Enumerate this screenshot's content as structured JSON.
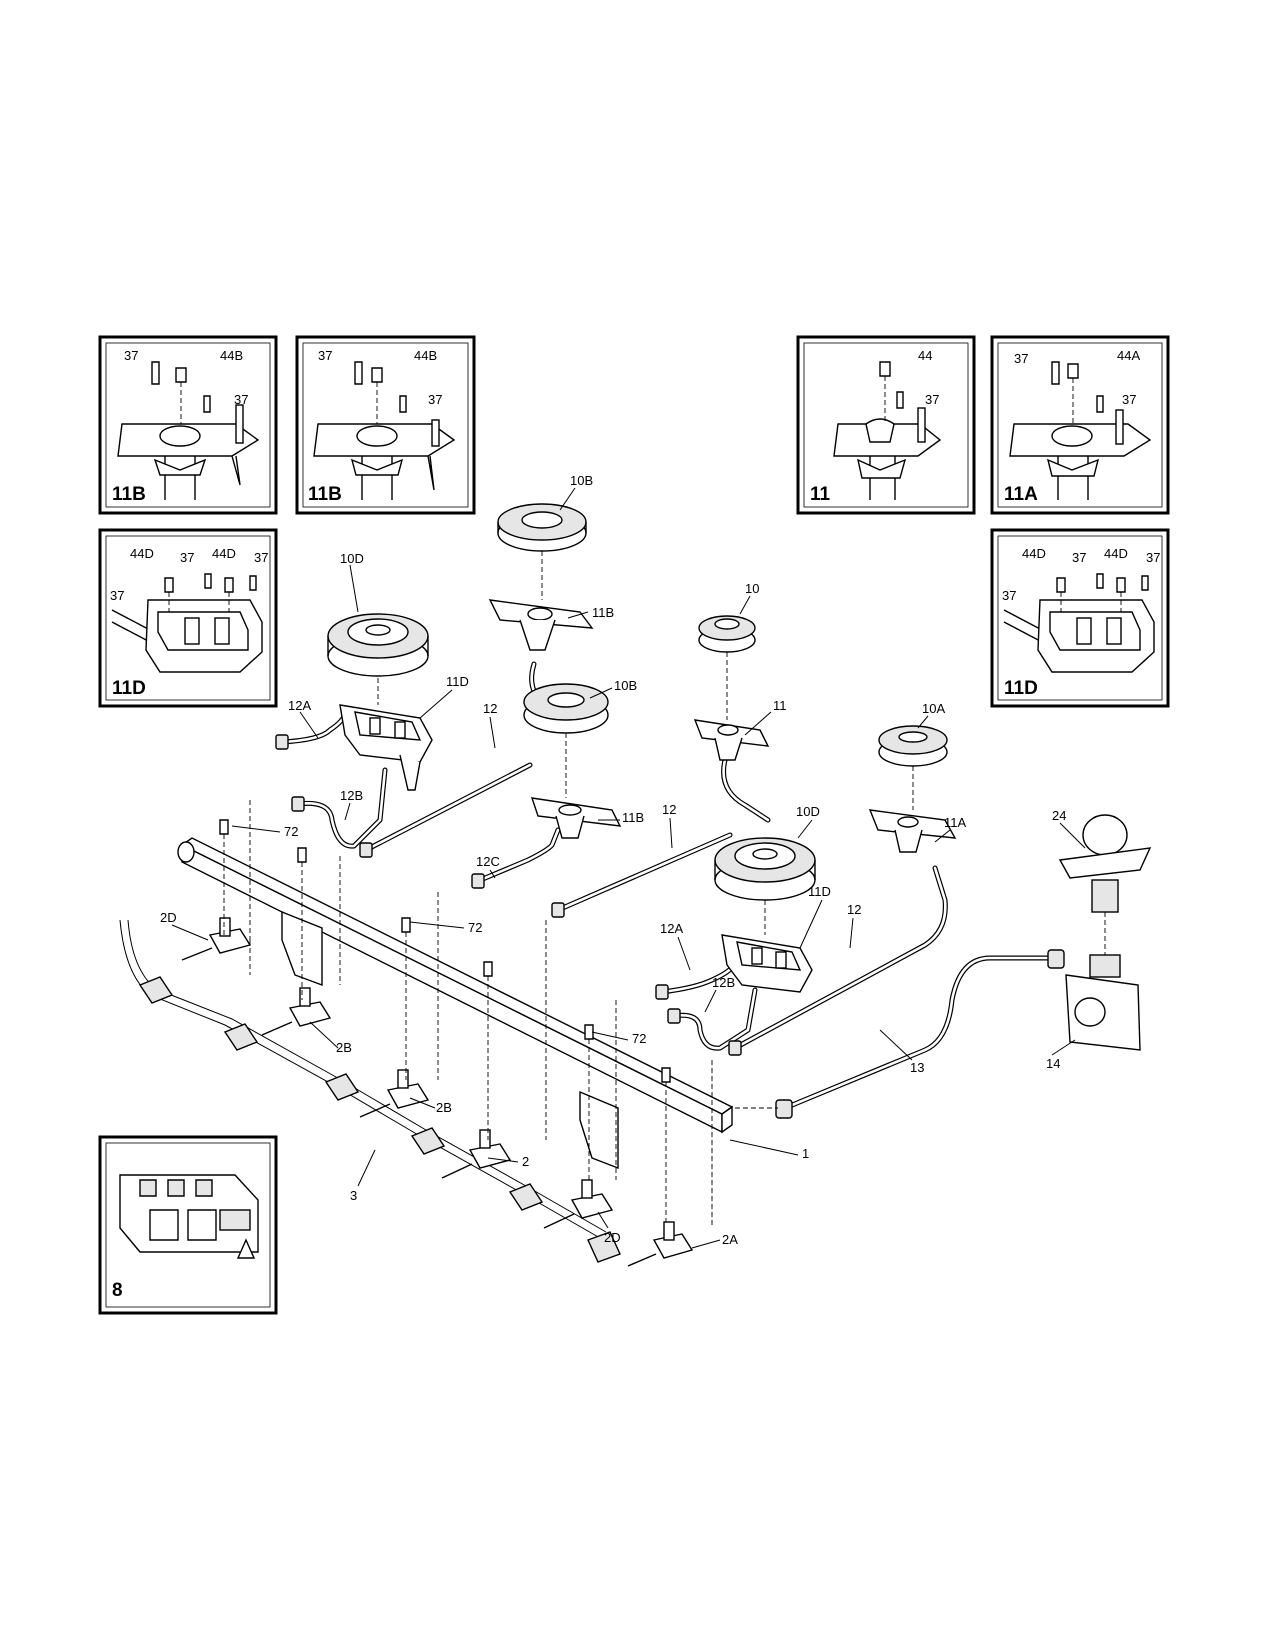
{
  "insets": [
    {
      "id": "11B",
      "labels": [
        "37",
        "44B",
        "37"
      ]
    },
    {
      "id": "11B",
      "labels": [
        "37",
        "44B",
        "37"
      ]
    },
    {
      "id": "11",
      "labels": [
        "44",
        "37"
      ]
    },
    {
      "id": "11A",
      "labels": [
        "37",
        "44A",
        "37"
      ]
    },
    {
      "id": "11D",
      "labels": [
        "44D",
        "37",
        "44D",
        "37",
        "37"
      ]
    },
    {
      "id": "11D",
      "labels": [
        "44D",
        "37",
        "44D",
        "37",
        "37"
      ]
    },
    {
      "id": "8",
      "labels": []
    }
  ],
  "callouts": [
    "10B",
    "11B",
    "10D",
    "11D",
    "12A",
    "12",
    "10B",
    "12B",
    "10",
    "11",
    "10A",
    "11B",
    "12C",
    "12",
    "10D",
    "11A",
    "24",
    "72",
    "2D",
    "72",
    "11D",
    "12A",
    "12",
    "12B",
    "2B",
    "72",
    "2B",
    "13",
    "14",
    "2",
    "1",
    "3",
    "2D",
    "2A"
  ]
}
